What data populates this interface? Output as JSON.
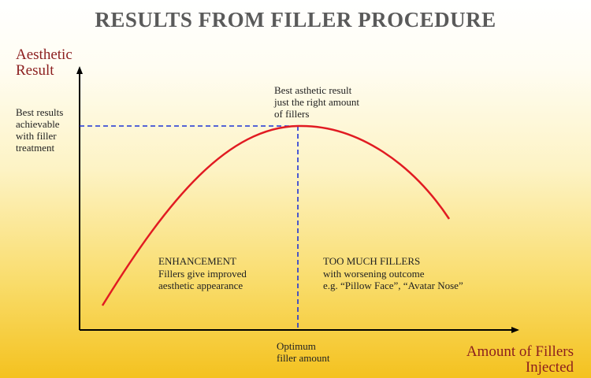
{
  "title": "RESULTS FROM FILLER PROCEDURE",
  "y_axis": {
    "label": "Aesthetic\nResult",
    "best_label": "Best results\nachievable\nwith filler\ntreatment"
  },
  "x_axis": {
    "label": "Amount of Fillers\nInjected",
    "optimum_label": "Optimum\nfiller amount"
  },
  "peak_annotation": "Best asthetic result\njust the right amount\nof fillers",
  "regions": {
    "enhancement": {
      "title": "ENHANCEMENT",
      "description": "Fillers give improved\naesthetic appearance"
    },
    "too_much": {
      "title": "TOO MUCH FILLERS",
      "description": "with worsening outcome\ne.g. “Pillow Face”, “Avatar Nose”"
    }
  },
  "colors": {
    "curve": "#e11b22",
    "guide_lines": "#1f33d6",
    "axes": "#000000",
    "axis_labels": "#8b1e1e",
    "title": "#5a5a5a"
  }
}
